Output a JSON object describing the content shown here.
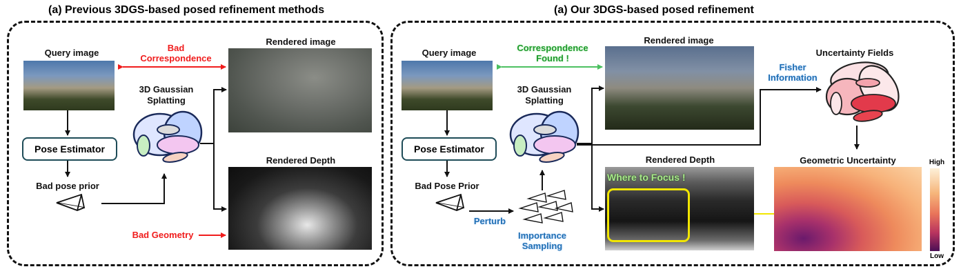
{
  "left": {
    "title": "(a) Previous 3DGS-based posed refinement methods",
    "query_image": "Query image",
    "bad_correspondence": "Bad\nCorrespondence",
    "rendered_image": "Rendered image",
    "gaussian_splatting": "3D Gaussian\nSplatting",
    "pose_estimator": "Pose Estimator",
    "bad_pose_prior": "Bad pose prior",
    "rendered_depth": "Rendered Depth",
    "bad_geometry": "Bad Geometry"
  },
  "right": {
    "title": "(a) Our 3DGS-based posed refinement",
    "query_image": "Query image",
    "correspondence_found": "Correspondence\nFound !",
    "rendered_image": "Rendered image",
    "gaussian_splatting": "3D Gaussian\nSplatting",
    "fisher_information": "Fisher\nInformation",
    "uncertainty_fields": "Uncertainty Fields",
    "pose_estimator": "Pose Estimator",
    "bad_pose_prior": "Bad Pose Prior",
    "perturb": "Perturb",
    "importance_sampling": "Importance\nSampling",
    "rendered_depth": "Rendered Depth",
    "where_to_focus": "Where to Focus !",
    "geometric_uncertainty": "Geometric Uncertainty",
    "colorbar_high": "High",
    "colorbar_low": "Low"
  },
  "colors": {
    "red": "#f01c1c",
    "green": "#2bb34a",
    "blue": "#1f6fb4",
    "yellow": "#f2e600"
  }
}
